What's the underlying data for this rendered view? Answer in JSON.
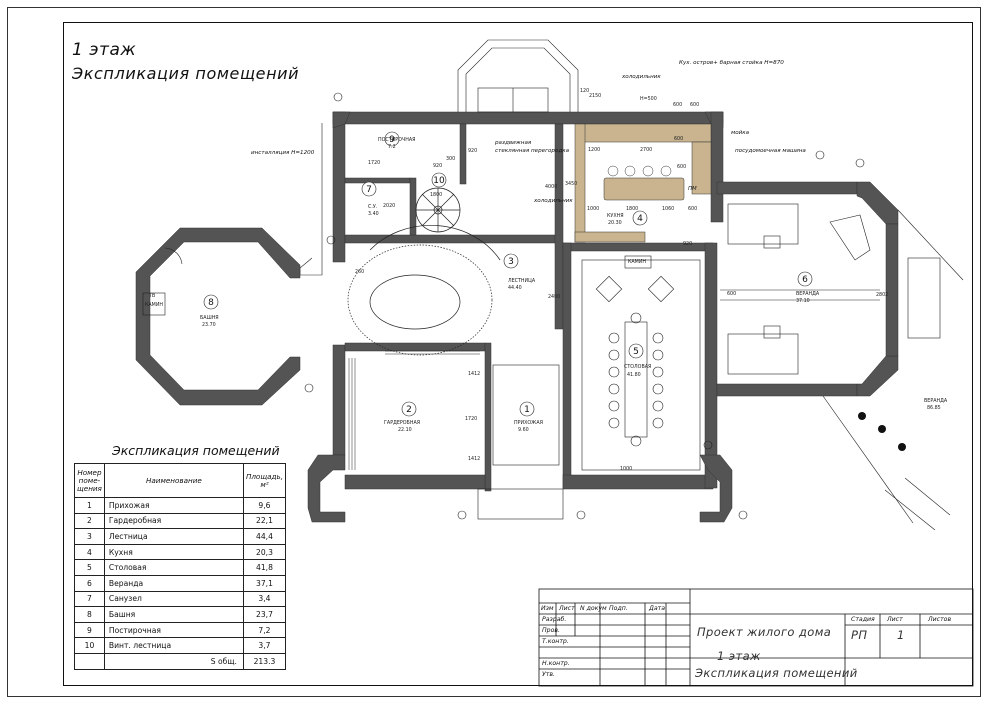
{
  "header": {
    "floor_title": "1 этаж",
    "subtitle": "Экспликация помещений"
  },
  "rooms_on_plan": [
    {
      "num": "1",
      "name": "ПРИХОЖАЯ",
      "area": "9.60"
    },
    {
      "num": "2",
      "name": "ГАРДЕРОБНАЯ",
      "area": "22.10"
    },
    {
      "num": "3",
      "name": "ЛЕСТНИЦА",
      "area": "44.40"
    },
    {
      "num": "4",
      "name": "КУХНЯ",
      "area": "20.30"
    },
    {
      "num": "5",
      "name": "СТОЛОВАЯ",
      "area": "41.80"
    },
    {
      "num": "6",
      "name": "ВЕРАНДА",
      "area": "37.10"
    },
    {
      "num": "7",
      "name": "С.У.",
      "area": "3.40"
    },
    {
      "num": "8",
      "name": "БАШНЯ",
      "area": "23.70"
    },
    {
      "num": "9",
      "name": "ПОСТИРОЧНАЯ",
      "area": "7.2"
    },
    {
      "num": "10",
      "name": "",
      "area": ""
    }
  ],
  "plan_notes": {
    "veranda_ext": "ВЕРАНДА",
    "veranda_ext_area": "86.85",
    "fireplace": "КАМИН",
    "tv": "ТВ",
    "fireplace_tower": "КАМИН",
    "fridge": "холодильник",
    "island": "Кух. остров+ барная стойка H=870",
    "sink": "мойка",
    "dishwasher": "посудомоечная машина",
    "install": "инсталляция H=1200",
    "partition_1": "раздвижная",
    "partition_2": "стеклянная перегородка",
    "fridge2": "холодильник",
    "pm": "ПМ",
    "h500": "H=500"
  },
  "dimensions": [
    "2150",
    "600",
    "600",
    "600",
    "1200",
    "2700",
    "600",
    "1720",
    "920",
    "920",
    "300",
    "2020",
    "1800",
    "4000",
    "3450",
    "1000",
    "1800",
    "1060",
    "600",
    "920",
    "2400",
    "600",
    "1000",
    "1720",
    "1412",
    "1412",
    "2802",
    "260",
    "120"
  ],
  "explication": {
    "title": "Экспликация помещений",
    "col_num": "Номер поме- щения",
    "col_name": "Наименование",
    "col_area": "Площадь, м²",
    "rows": [
      {
        "num": "1",
        "name": "Прихожая",
        "area": "9,6"
      },
      {
        "num": "2",
        "name": "Гардеробная",
        "area": "22,1"
      },
      {
        "num": "3",
        "name": "Лестница",
        "area": "44,4"
      },
      {
        "num": "4",
        "name": "Кухня",
        "area": "20,3"
      },
      {
        "num": "5",
        "name": "Столовая",
        "area": "41,8"
      },
      {
        "num": "6",
        "name": "Веранда",
        "area": "37,1"
      },
      {
        "num": "7",
        "name": "Санузел",
        "area": "3,4"
      },
      {
        "num": "8",
        "name": "Башня",
        "area": "23,7"
      },
      {
        "num": "9",
        "name": "Постирочная",
        "area": "7,2"
      },
      {
        "num": "10",
        "name": "Винт. лестница",
        "area": "3,7"
      }
    ],
    "total_label": "S общ.",
    "total_value": "213.3"
  },
  "title_block": {
    "col_izm": "Изм",
    "col_list": "Лист",
    "col_doc": "N докум",
    "col_sign": "Подп.",
    "col_date": "Дата",
    "row_razrab": "Разраб.",
    "row_prov": "Пров.",
    "row_tkontr": "Т.контр.",
    "row_nkontr": "Н.контр.",
    "row_utv": "Утв.",
    "project": "Проект жилого дома",
    "stage_label": "Стадия",
    "sheet_label": "Лист",
    "sheets_label": "Листов",
    "stage_value": "РП",
    "sheet_value": "1",
    "sheet_title_1": "1 этаж",
    "sheet_title_2": "Экспликация помещений"
  },
  "colors": {
    "wall": "#545454",
    "counter": "#c9b48f",
    "line": "#222222"
  }
}
